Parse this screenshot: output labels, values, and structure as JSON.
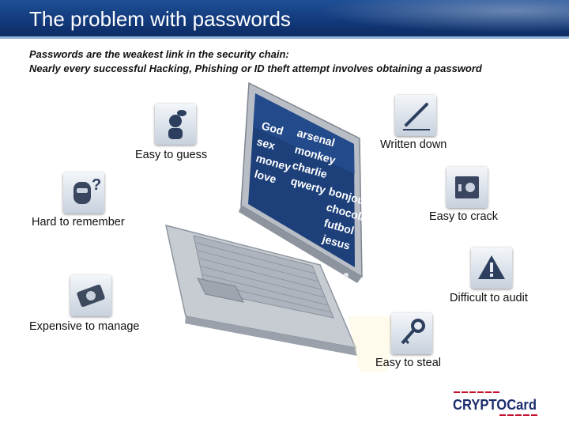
{
  "slide": {
    "title": "The problem with passwords",
    "subtitle_line1": "Passwords are the weakest link in the security chain:",
    "subtitle_line2": "Nearly every successful Hacking, Phishing or ID theft attempt involves obtaining a password"
  },
  "issues": {
    "easy_to_guess": "Easy to guess",
    "hard_to_remember": "Hard to remember",
    "expensive_to_manage": "Expensive to manage",
    "written_down": "Written down",
    "easy_to_crack": "Easy to crack",
    "difficult_to_audit": "Difficult to audit",
    "easy_to_steal": "Easy to steal"
  },
  "screen_words": {
    "col1": [
      "God",
      "sex",
      "money",
      "love"
    ],
    "col2": [
      "arsenal",
      "monkey",
      "charlie",
      "qwerty"
    ],
    "col3": [
      "bonjour",
      "chocolat",
      "futbol",
      "jesus"
    ]
  },
  "logo_text": "CRYPTOCard",
  "colors": {
    "title_bar": "#12397a",
    "screen": "#1d3f7a",
    "logo_red": "#c8102e",
    "logo_navy": "#1b2d6b"
  }
}
